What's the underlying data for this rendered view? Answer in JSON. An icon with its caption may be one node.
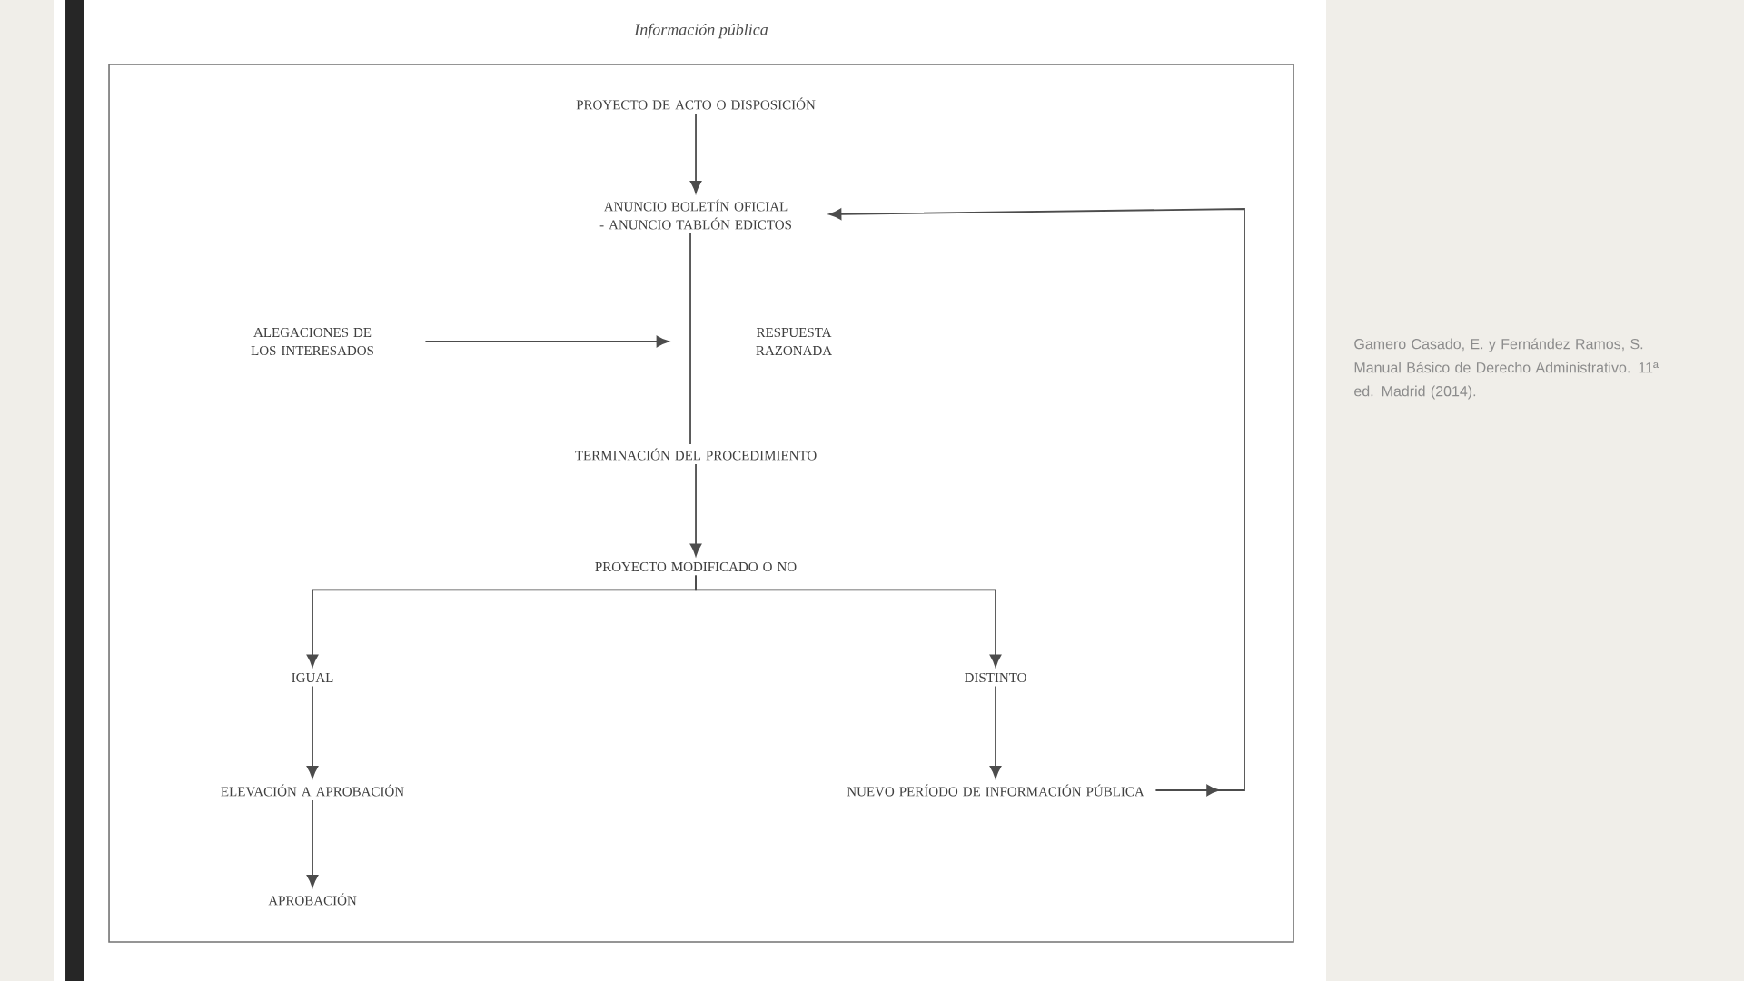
{
  "diagram": {
    "nodes": [
      {
        "text": [
          "Información pública"
        ]
      },
      {
        "text": [
          "PROYECTO DE ACTO O DISPOSICIÓN"
        ],
        "in": 0
      },
      {
        "text": [
          "ANUNCIO BOLETÍN OFICIAL - ANUNCIO TABLÓN EDICTOS"
        ],
        "in": 0
      },
      {
        "text": [
          "ALEGACIONES DE LOS INTERESADOS"
        ],
        "in": 0
      },
      {
        "text": [
          "RESPUESTA RAZONADA"
        ],
        "in": 0
      },
      {
        "text": [
          "TERMINACIÓN DEL PROCEDIMIENTO"
        ],
        "in": 0
      },
      {
        "text": [
          "PROYECTO MODIFICADO O NO"
        ],
        "in": 0
      },
      {
        "text": [
          "IGUAL"
        ],
        "in": 0
      },
      {
        "text": [
          "DISTINTO"
        ],
        "in": 0
      },
      {
        "text": [
          "ELEVACIÓN A APROBACIÓN"
        ],
        "in": 0
      },
      {
        "text": [
          "APROBACIÓN"
        ],
        "in": 0
      },
      {
        "text": [
          "NUEVO PERÍODO DE INFORMACIÓN PÚBLICA"
        ],
        "in": 0
      }
    ],
    "edges": [
      {
        "from": 1,
        "to": 2,
        "arrow": "to"
      },
      {
        "from": 2,
        "to": 5,
        "arrow": "none"
      },
      {
        "from": 3,
        "to": 4,
        "arrow": "to"
      },
      {
        "from": 5,
        "to": 6,
        "arrow": "to"
      },
      {
        "from": 6,
        "to": 7,
        "arrow": "to"
      },
      {
        "from": 6,
        "to": 8,
        "arrow": "to"
      },
      {
        "from": 7,
        "to": 9,
        "arrow": "to"
      },
      {
        "from": 9,
        "to": 10,
        "arrow": "to"
      },
      {
        "from": 8,
        "to": 11,
        "arrow": "to"
      },
      {
        "from": 11,
        "to": 2,
        "arrow": "to"
      }
    ],
    "labels": [
      "Gamero Casado, E. y Fernández Ramos, S. Manual Básico de Derecho Administrativo. 11ª ed. Madrid (2014)."
    ]
  }
}
